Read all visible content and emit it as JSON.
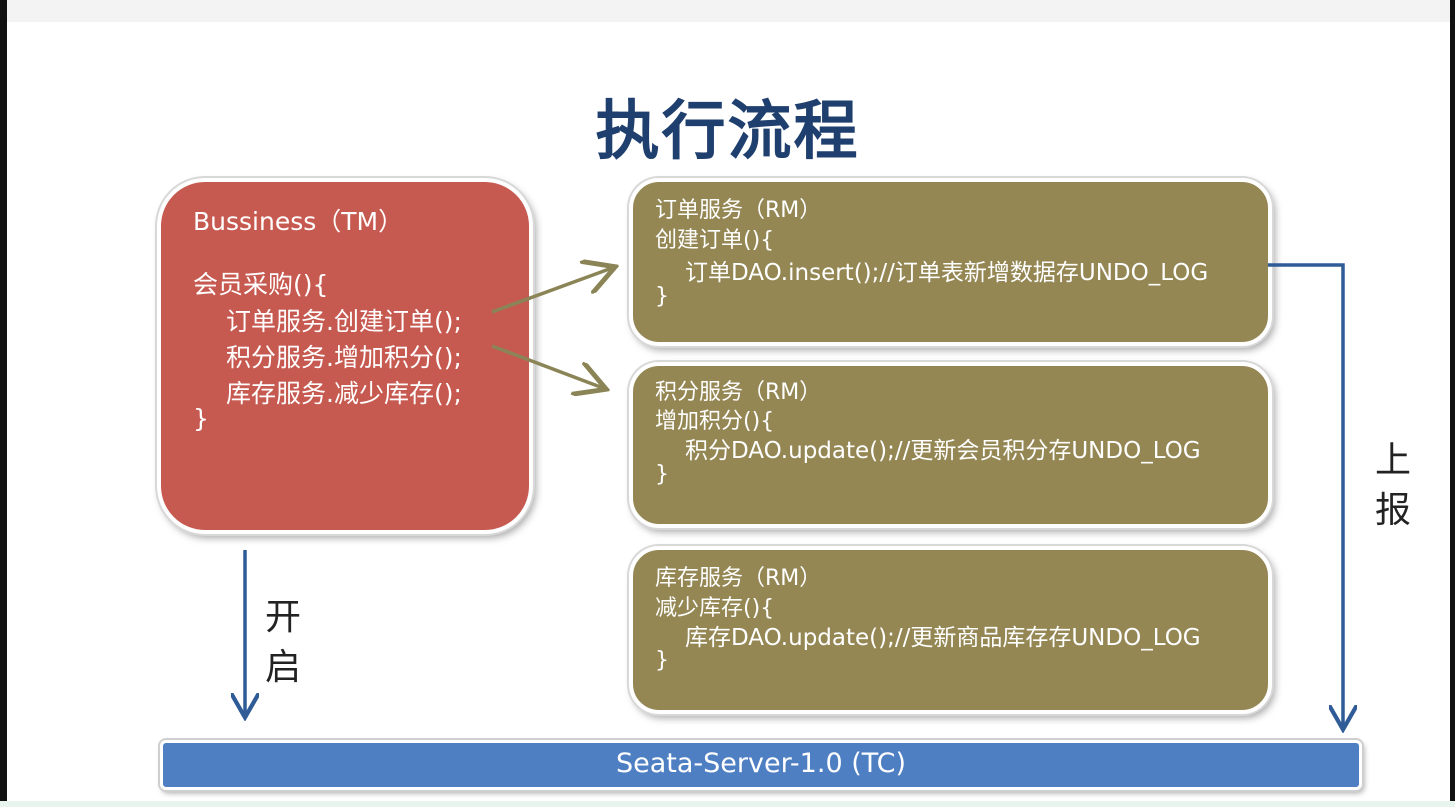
{
  "title": "执行流程",
  "tm": {
    "header": "Bussiness（TM）",
    "method": "会员采购(){",
    "calls": [
      "订单服务.创建订单();",
      "积分服务.增加积分();",
      "库存服务.减少库存();"
    ],
    "close": "}"
  },
  "rm_services": [
    {
      "header": "订单服务（RM）",
      "method": "创建订单(){",
      "body": "订单DAO.insert();//订单表新增数据存UNDO_LOG",
      "close": "}"
    },
    {
      "header": "积分服务（RM）",
      "method": "增加积分(){",
      "body": "积分DAO.update();//更新会员积分存UNDO_LOG",
      "close": "}"
    },
    {
      "header": "库存服务（RM）",
      "method": "减少库存(){",
      "body": "库存DAO.update();//更新商品库存存UNDO_LOG",
      "close": "}"
    }
  ],
  "tc": "Seata-Server-1.0 (TC)",
  "labels": {
    "open": [
      "开",
      "启"
    ],
    "report": [
      "上",
      "报"
    ]
  },
  "colors": {
    "title": "#1f3f6e",
    "tm_box": "#c75a50",
    "rm_box": "#948754",
    "tc_bar": "#4f7fc3",
    "call_arrow": "#8a8456",
    "flow_arrow": "#2f5b97"
  }
}
